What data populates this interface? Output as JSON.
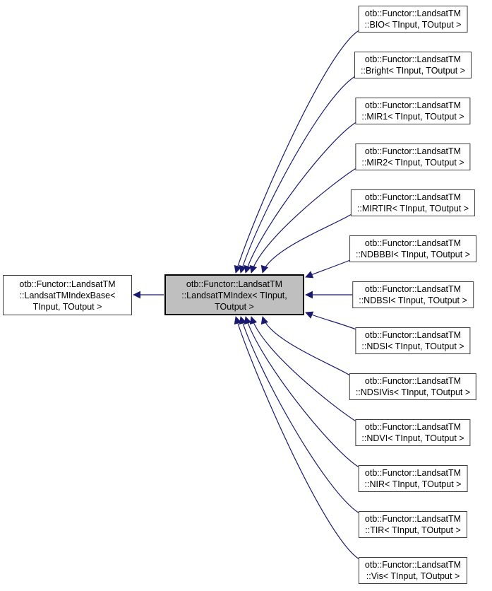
{
  "colors": {
    "edge": "#191970",
    "node_fill": "#ffffff",
    "node_border": "#3d3d3d",
    "focus_fill": "#bfbfbf",
    "focus_border": "#000000",
    "text": "#000000"
  },
  "nodes": {
    "base": {
      "lines": [
        "otb::Functor::LandsatTM",
        "::LandsatTMIndexBase<",
        "TInput, TOutput >"
      ]
    },
    "focus": {
      "lines": [
        "otb::Functor::LandsatTM",
        "::LandsatTMIndex< TInput,",
        "TOutput >"
      ]
    },
    "derived": [
      {
        "lines": [
          "otb::Functor::LandsatTM",
          "::BIO< TInput, TOutput >"
        ]
      },
      {
        "lines": [
          "otb::Functor::LandsatTM",
          "::Bright< TInput, TOutput >"
        ]
      },
      {
        "lines": [
          "otb::Functor::LandsatTM",
          "::MIR1< TInput, TOutput >"
        ]
      },
      {
        "lines": [
          "otb::Functor::LandsatTM",
          "::MIR2< TInput, TOutput >"
        ]
      },
      {
        "lines": [
          "otb::Functor::LandsatTM",
          "::MIRTIR< TInput, TOutput >"
        ]
      },
      {
        "lines": [
          "otb::Functor::LandsatTM",
          "::NDBBBI< TInput, TOutput >"
        ]
      },
      {
        "lines": [
          "otb::Functor::LandsatTM",
          "::NDBSI< TInput, TOutput >"
        ]
      },
      {
        "lines": [
          "otb::Functor::LandsatTM",
          "::NDSI< TInput, TOutput >"
        ]
      },
      {
        "lines": [
          "otb::Functor::LandsatTM",
          "::NDSIVis< TInput, TOutput >"
        ]
      },
      {
        "lines": [
          "otb::Functor::LandsatTM",
          "::NDVI< TInput, TOutput >"
        ]
      },
      {
        "lines": [
          "otb::Functor::LandsatTM",
          "::NIR< TInput, TOutput >"
        ]
      },
      {
        "lines": [
          "otb::Functor::LandsatTM",
          "::TIR< TInput, TOutput >"
        ]
      },
      {
        "lines": [
          "otb::Functor::LandsatTM",
          "::Vis< TInput, TOutput >"
        ]
      }
    ]
  }
}
